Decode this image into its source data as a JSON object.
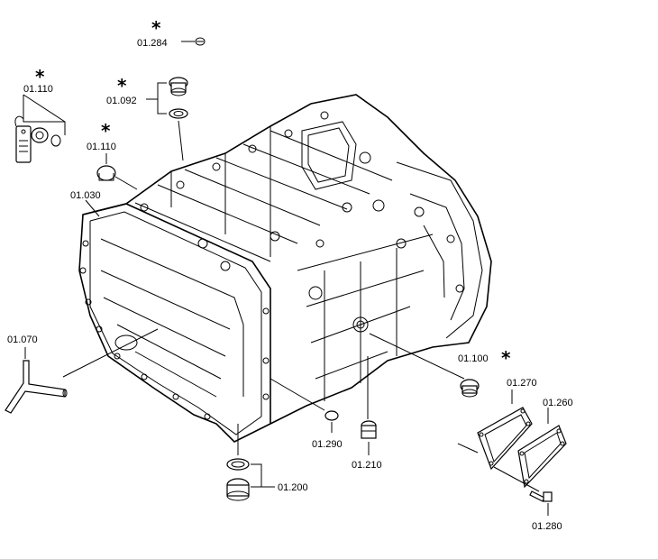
{
  "part_labels": {
    "p01_284": "01.284",
    "p01_110_a": "01.110",
    "p01_092": "01.092",
    "p01_110_b": "01.110",
    "p01_030": "01.030",
    "p01_070": "01.070",
    "p01_100": "01.100",
    "p01_270": "01.270",
    "p01_260": "01.260",
    "p01_290": "01.290",
    "p01_210": "01.210",
    "p01_200": "01.200",
    "p01_280": "01.280"
  },
  "marker_symbol": "*",
  "colors": {
    "line": "#000000",
    "background": "#ffffff"
  }
}
